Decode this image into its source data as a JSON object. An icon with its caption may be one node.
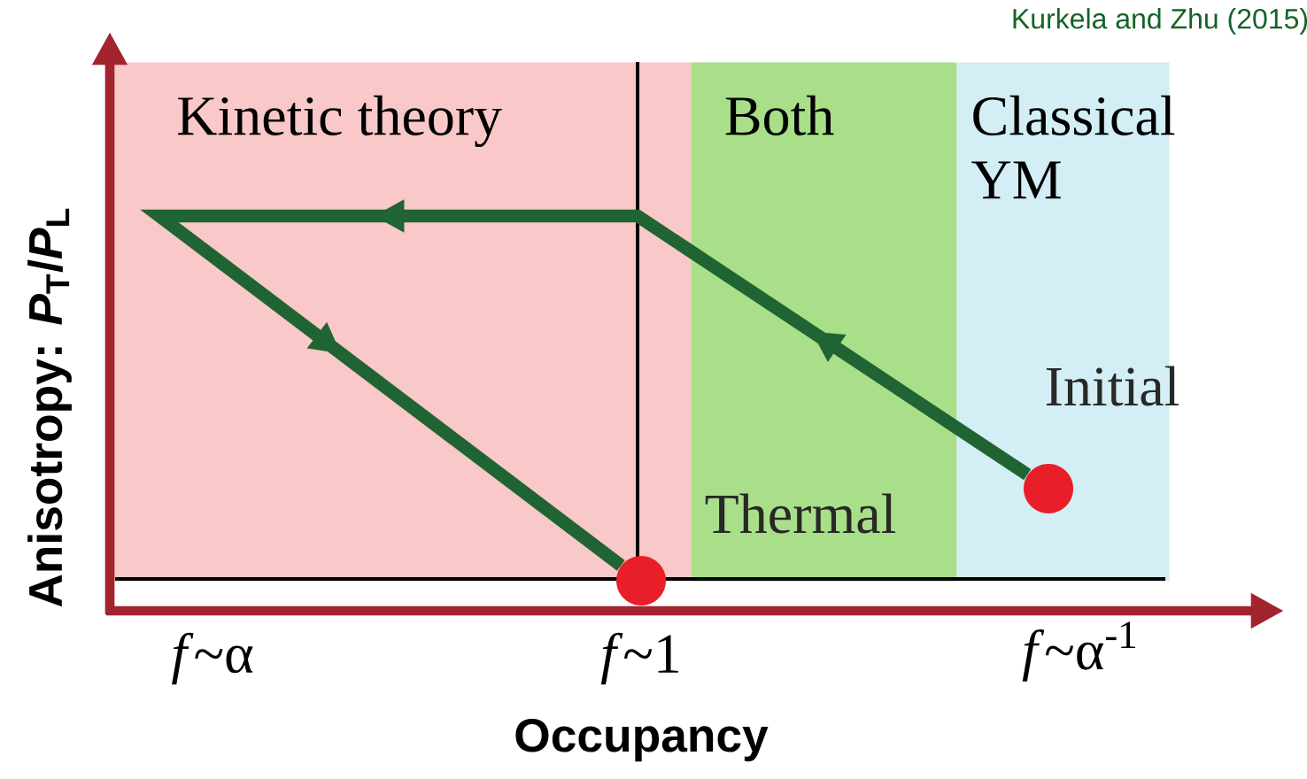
{
  "diagram": {
    "nodes": [
      {
        "text": [],
        "shape": "circle",
        "beside": [
          "Initial"
        ]
      },
      {
        "text": [],
        "shape": "circle",
        "beside": [
          "Thermal"
        ]
      }
    ],
    "edges": [
      {
        "from": 0,
        "to": 1,
        "arrow": "to"
      }
    ],
    "labels": [
      "Kurkela and Zhu (2015)",
      "Kinetic theory",
      "Both",
      "Classical YM",
      "Anisotropy: *P*$_{T}$/*P*$_{L}$",
      "*f*~α",
      "*f*~1",
      "*f*~α$^{-1}$",
      "Occupancy"
    ]
  }
}
